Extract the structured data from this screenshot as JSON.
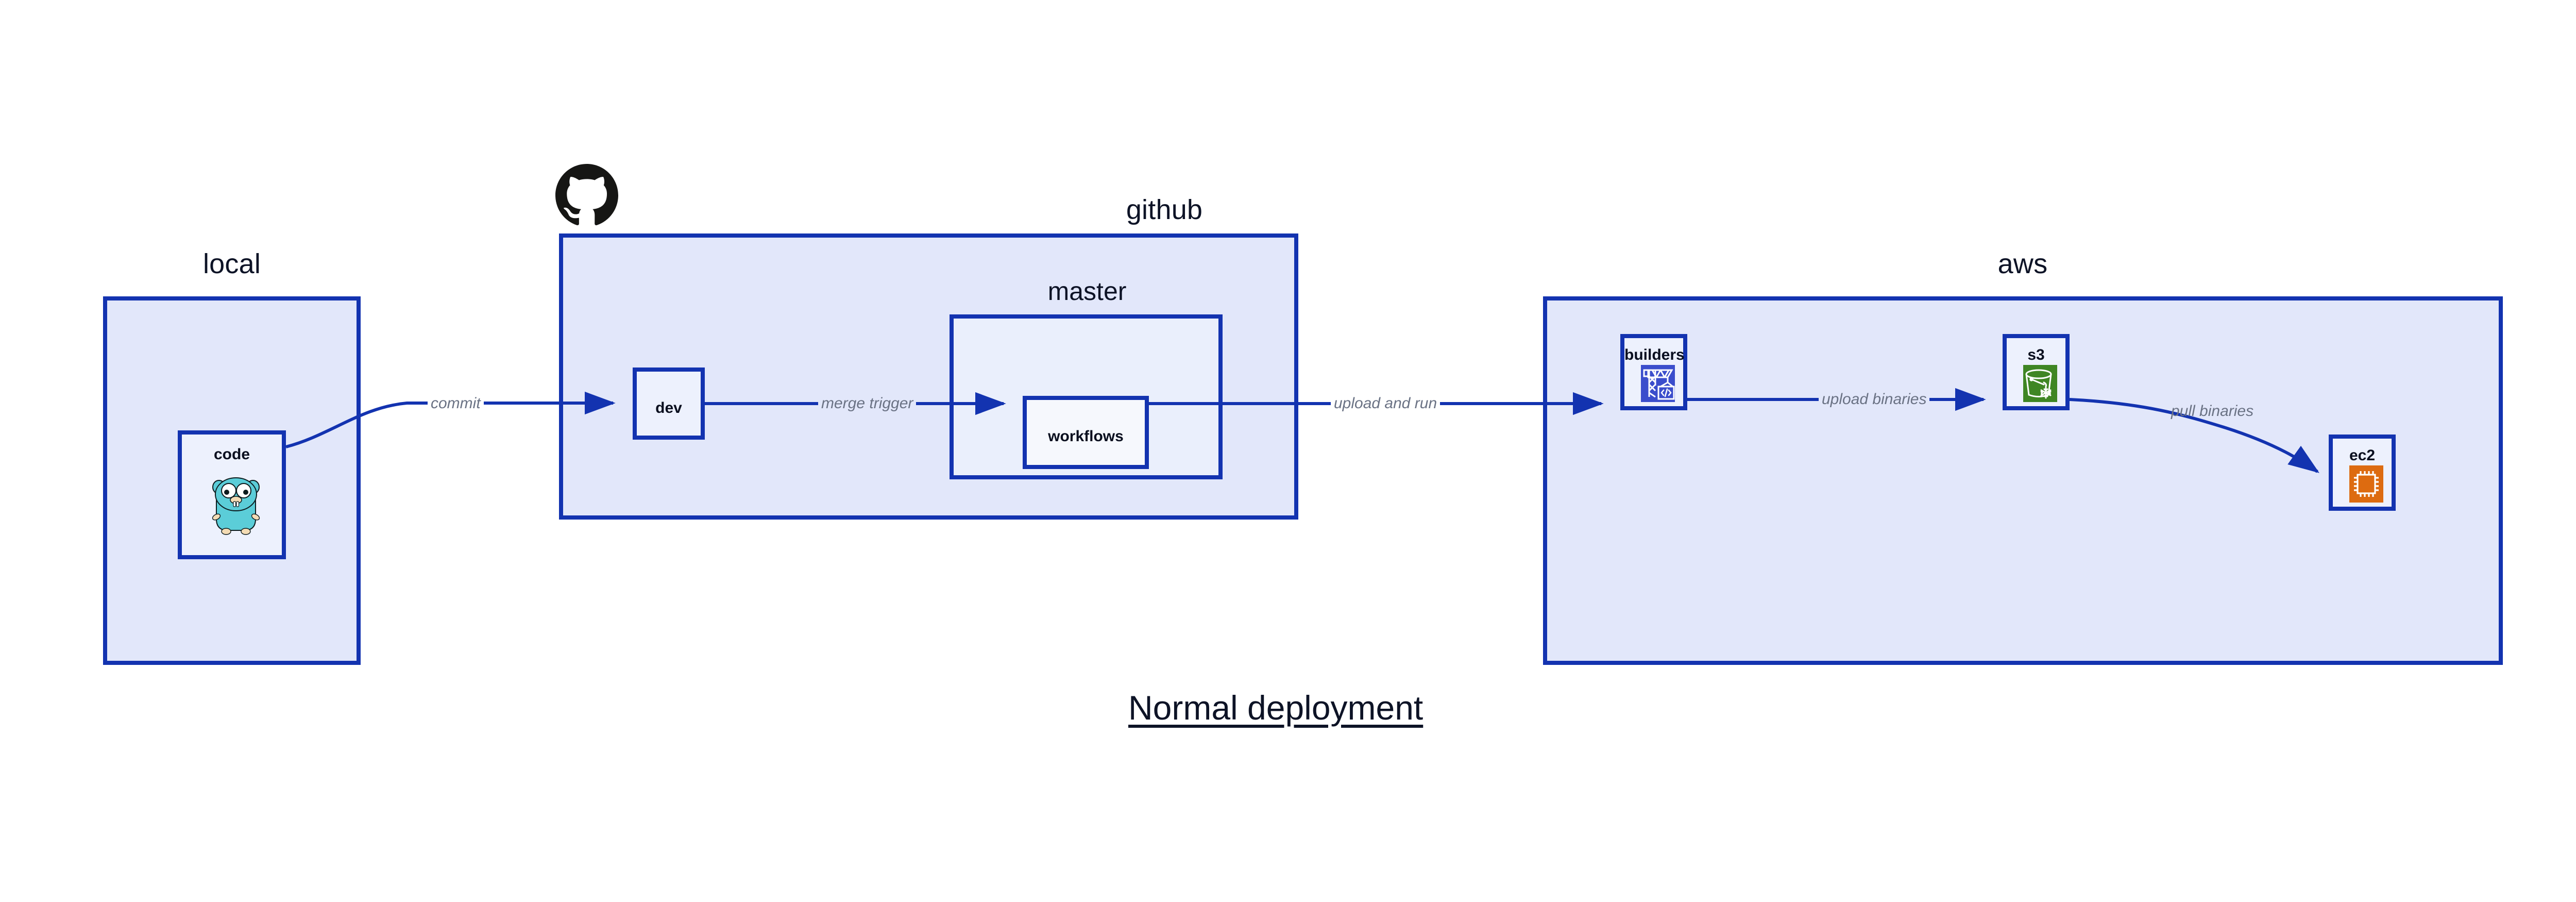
{
  "diagram": {
    "caption": "Normal deployment",
    "colors": {
      "edge": "#1333b0",
      "group_fill": "#e2e7fa",
      "group_border": "#1333b0",
      "sub_fill": "#eaeffc",
      "node_fill": "#edf1fd",
      "label_text": "#0d1326",
      "edge_label_text": "#6a7284",
      "builders_icon": "#3b4ecc",
      "s3_icon": "#3f8624",
      "ec2_icon": "#dd6b10",
      "gopher_body": "#5bcdd8",
      "github_logo": "#161614"
    }
  },
  "groups": [
    {
      "id": "local",
      "title": "local"
    },
    {
      "id": "github",
      "title": "github"
    },
    {
      "id": "aws",
      "title": "aws"
    }
  ],
  "subgroups": [
    {
      "id": "master",
      "title": "master",
      "parent": "github"
    }
  ],
  "nodes": [
    {
      "id": "code",
      "label": "code",
      "parent": "local",
      "icon": "go-gopher-icon"
    },
    {
      "id": "dev",
      "label": "dev",
      "parent": "github",
      "icon": null
    },
    {
      "id": "workflows",
      "label": "workflows",
      "parent": "master",
      "icon": null
    },
    {
      "id": "builders",
      "label": "builders",
      "parent": "aws",
      "icon": "aws-codebuild-crane-icon"
    },
    {
      "id": "s3",
      "label": "s3",
      "parent": "aws",
      "icon": "aws-s3-glacier-bucket-icon"
    },
    {
      "id": "ec2",
      "label": "ec2",
      "parent": "aws",
      "icon": "aws-ec2-chip-icon"
    }
  ],
  "edges": [
    {
      "id": "commit",
      "from": "code",
      "to": "dev",
      "label": "commit"
    },
    {
      "id": "merge-trigger",
      "from": "dev",
      "to": "workflows",
      "label": "merge trigger"
    },
    {
      "id": "upload-and-run",
      "from": "workflows",
      "to": "builders",
      "label": "upload and run"
    },
    {
      "id": "upload-binaries",
      "from": "builders",
      "to": "s3",
      "label": "upload binaries"
    },
    {
      "id": "pull-binaries",
      "from": "s3",
      "to": "ec2",
      "label": "pull binaries"
    }
  ],
  "logos": [
    {
      "id": "github-logo",
      "name": "github-octocat-logo",
      "for_group": "github"
    }
  ]
}
